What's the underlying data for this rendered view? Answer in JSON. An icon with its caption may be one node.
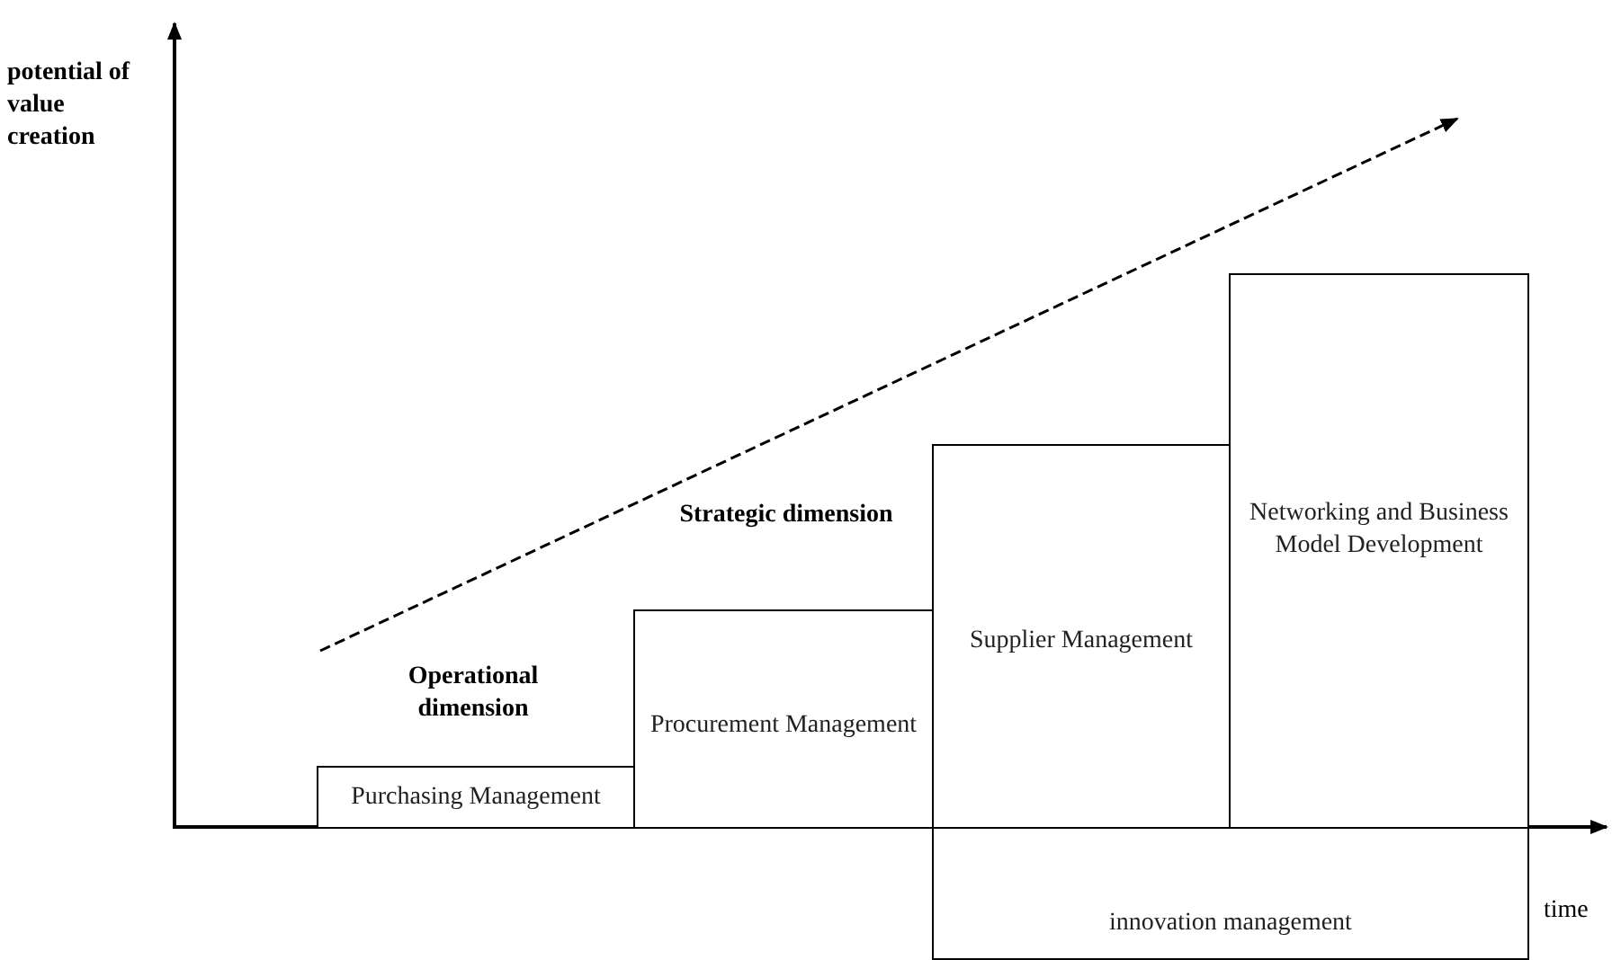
{
  "diagram": {
    "nodes": [
      {
        "text": [
          "Purchasing Management"
        ]
      },
      {
        "text": [
          "Procurement Management"
        ]
      },
      {
        "text": [
          "Supplier Management"
        ]
      },
      {
        "text": [
          "Networking and Business Model Development"
        ]
      },
      {
        "text": [
          "innovation management"
        ]
      }
    ],
    "edges": [],
    "labels": [
      "potential of value creation",
      "Strategic dimension",
      "Operational dimension",
      "time"
    ]
  }
}
